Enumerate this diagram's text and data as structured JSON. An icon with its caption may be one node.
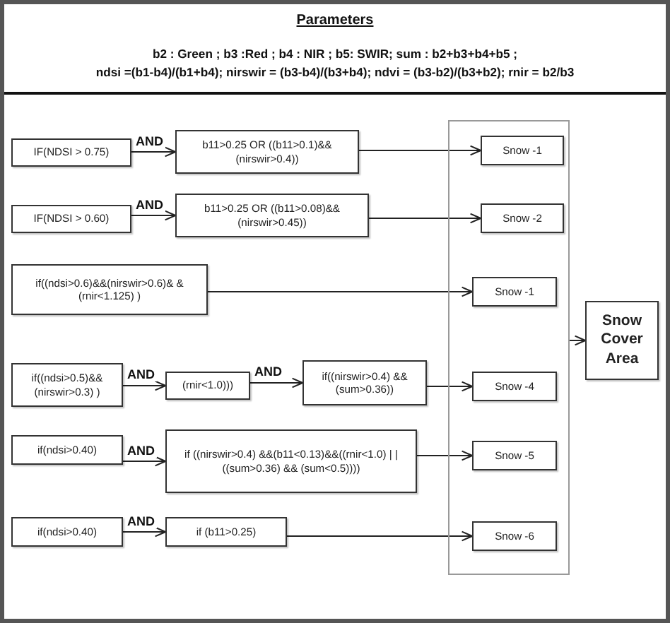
{
  "diagram": {
    "title": "Parameters",
    "nodes": [
      {
        "text": [
          "IF(NDSI >  0.75)"
        ]
      },
      {
        "text": [
          "b11>0.25 OR ((b11>0.1)&&(nirswir>0.4))"
        ]
      },
      {
        "text": [
          "IF(NDSI >  0.60)"
        ]
      },
      {
        "text": [
          "b11>0.25 OR ((b11>0.08)&&(nirswir>0.45))"
        ]
      },
      {
        "text": [
          "if((ndsi>0.6)&&(nirswir>0.6)& &(rnir<1.125) )"
        ]
      },
      {
        "text": [
          "if((ndsi>0.5)&& (nirswir>0.3) )"
        ]
      },
      {
        "text": [
          "(rnir<1.0)))"
        ]
      },
      {
        "text": [
          "if((nirswir>0.4) &&(sum>0.36))"
        ]
      },
      {
        "text": [
          "if(ndsi>0.40)"
        ]
      },
      {
        "text": [
          "if ((nirswir>0.4) &&(b11<0.13)&&((rnir<1.0) | | ((sum>0.36) && (sum<0.5))))"
        ]
      },
      {
        "text": [
          "if(ndsi>0.40)"
        ]
      },
      {
        "text": [
          "if (b11>0.25)"
        ]
      },
      {
        "text": [],
        "shape": "box"
      },
      {
        "text": [
          "Snow -1"
        ],
        "in": 12
      },
      {
        "text": [
          "Snow -2"
        ],
        "in": 12
      },
      {
        "text": [
          "Snow -1"
        ],
        "in": 12
      },
      {
        "text": [
          "Snow -4"
        ],
        "in": 12
      },
      {
        "text": [
          "Snow -5"
        ],
        "in": 12
      },
      {
        "text": [
          "Snow -6"
        ],
        "in": 12
      },
      {
        "text": [
          "Snow Cover Area"
        ]
      }
    ],
    "edges": [
      {
        "from": 0,
        "to": 1,
        "arrow": "to",
        "label": "AND"
      },
      {
        "from": 1,
        "to": 13,
        "arrow": "to"
      },
      {
        "from": 2,
        "to": 3,
        "arrow": "to",
        "label": "AND"
      },
      {
        "from": 3,
        "to": 14,
        "arrow": "to"
      },
      {
        "from": 4,
        "to": 15,
        "arrow": "to"
      },
      {
        "from": 5,
        "to": 6,
        "arrow": "to",
        "label": "AND"
      },
      {
        "from": 6,
        "to": 7,
        "arrow": "to",
        "label": "AND"
      },
      {
        "from": 7,
        "to": 16,
        "arrow": "to"
      },
      {
        "from": 8,
        "to": 9,
        "arrow": "to",
        "label": "AND"
      },
      {
        "from": 9,
        "to": 17,
        "arrow": "to"
      },
      {
        "from": 10,
        "to": 11,
        "arrow": "to",
        "label": "AND"
      },
      {
        "from": 11,
        "to": 18,
        "arrow": "to"
      },
      {
        "from": 12,
        "to": 19,
        "arrow": "to"
      }
    ],
    "labels": [
      "b2 : Green ;  b3 :Red ;  b4 : NIR ; b5: SWIR;  sum : b2+b3+b4+b5 ;",
      "ndsi =(b1-b4)/(b1+b4); nirswir = (b3-b4)/(b3+b4); ndvi = (b3-b2)/(b3+b2); rnir = b2/b3"
    ]
  }
}
